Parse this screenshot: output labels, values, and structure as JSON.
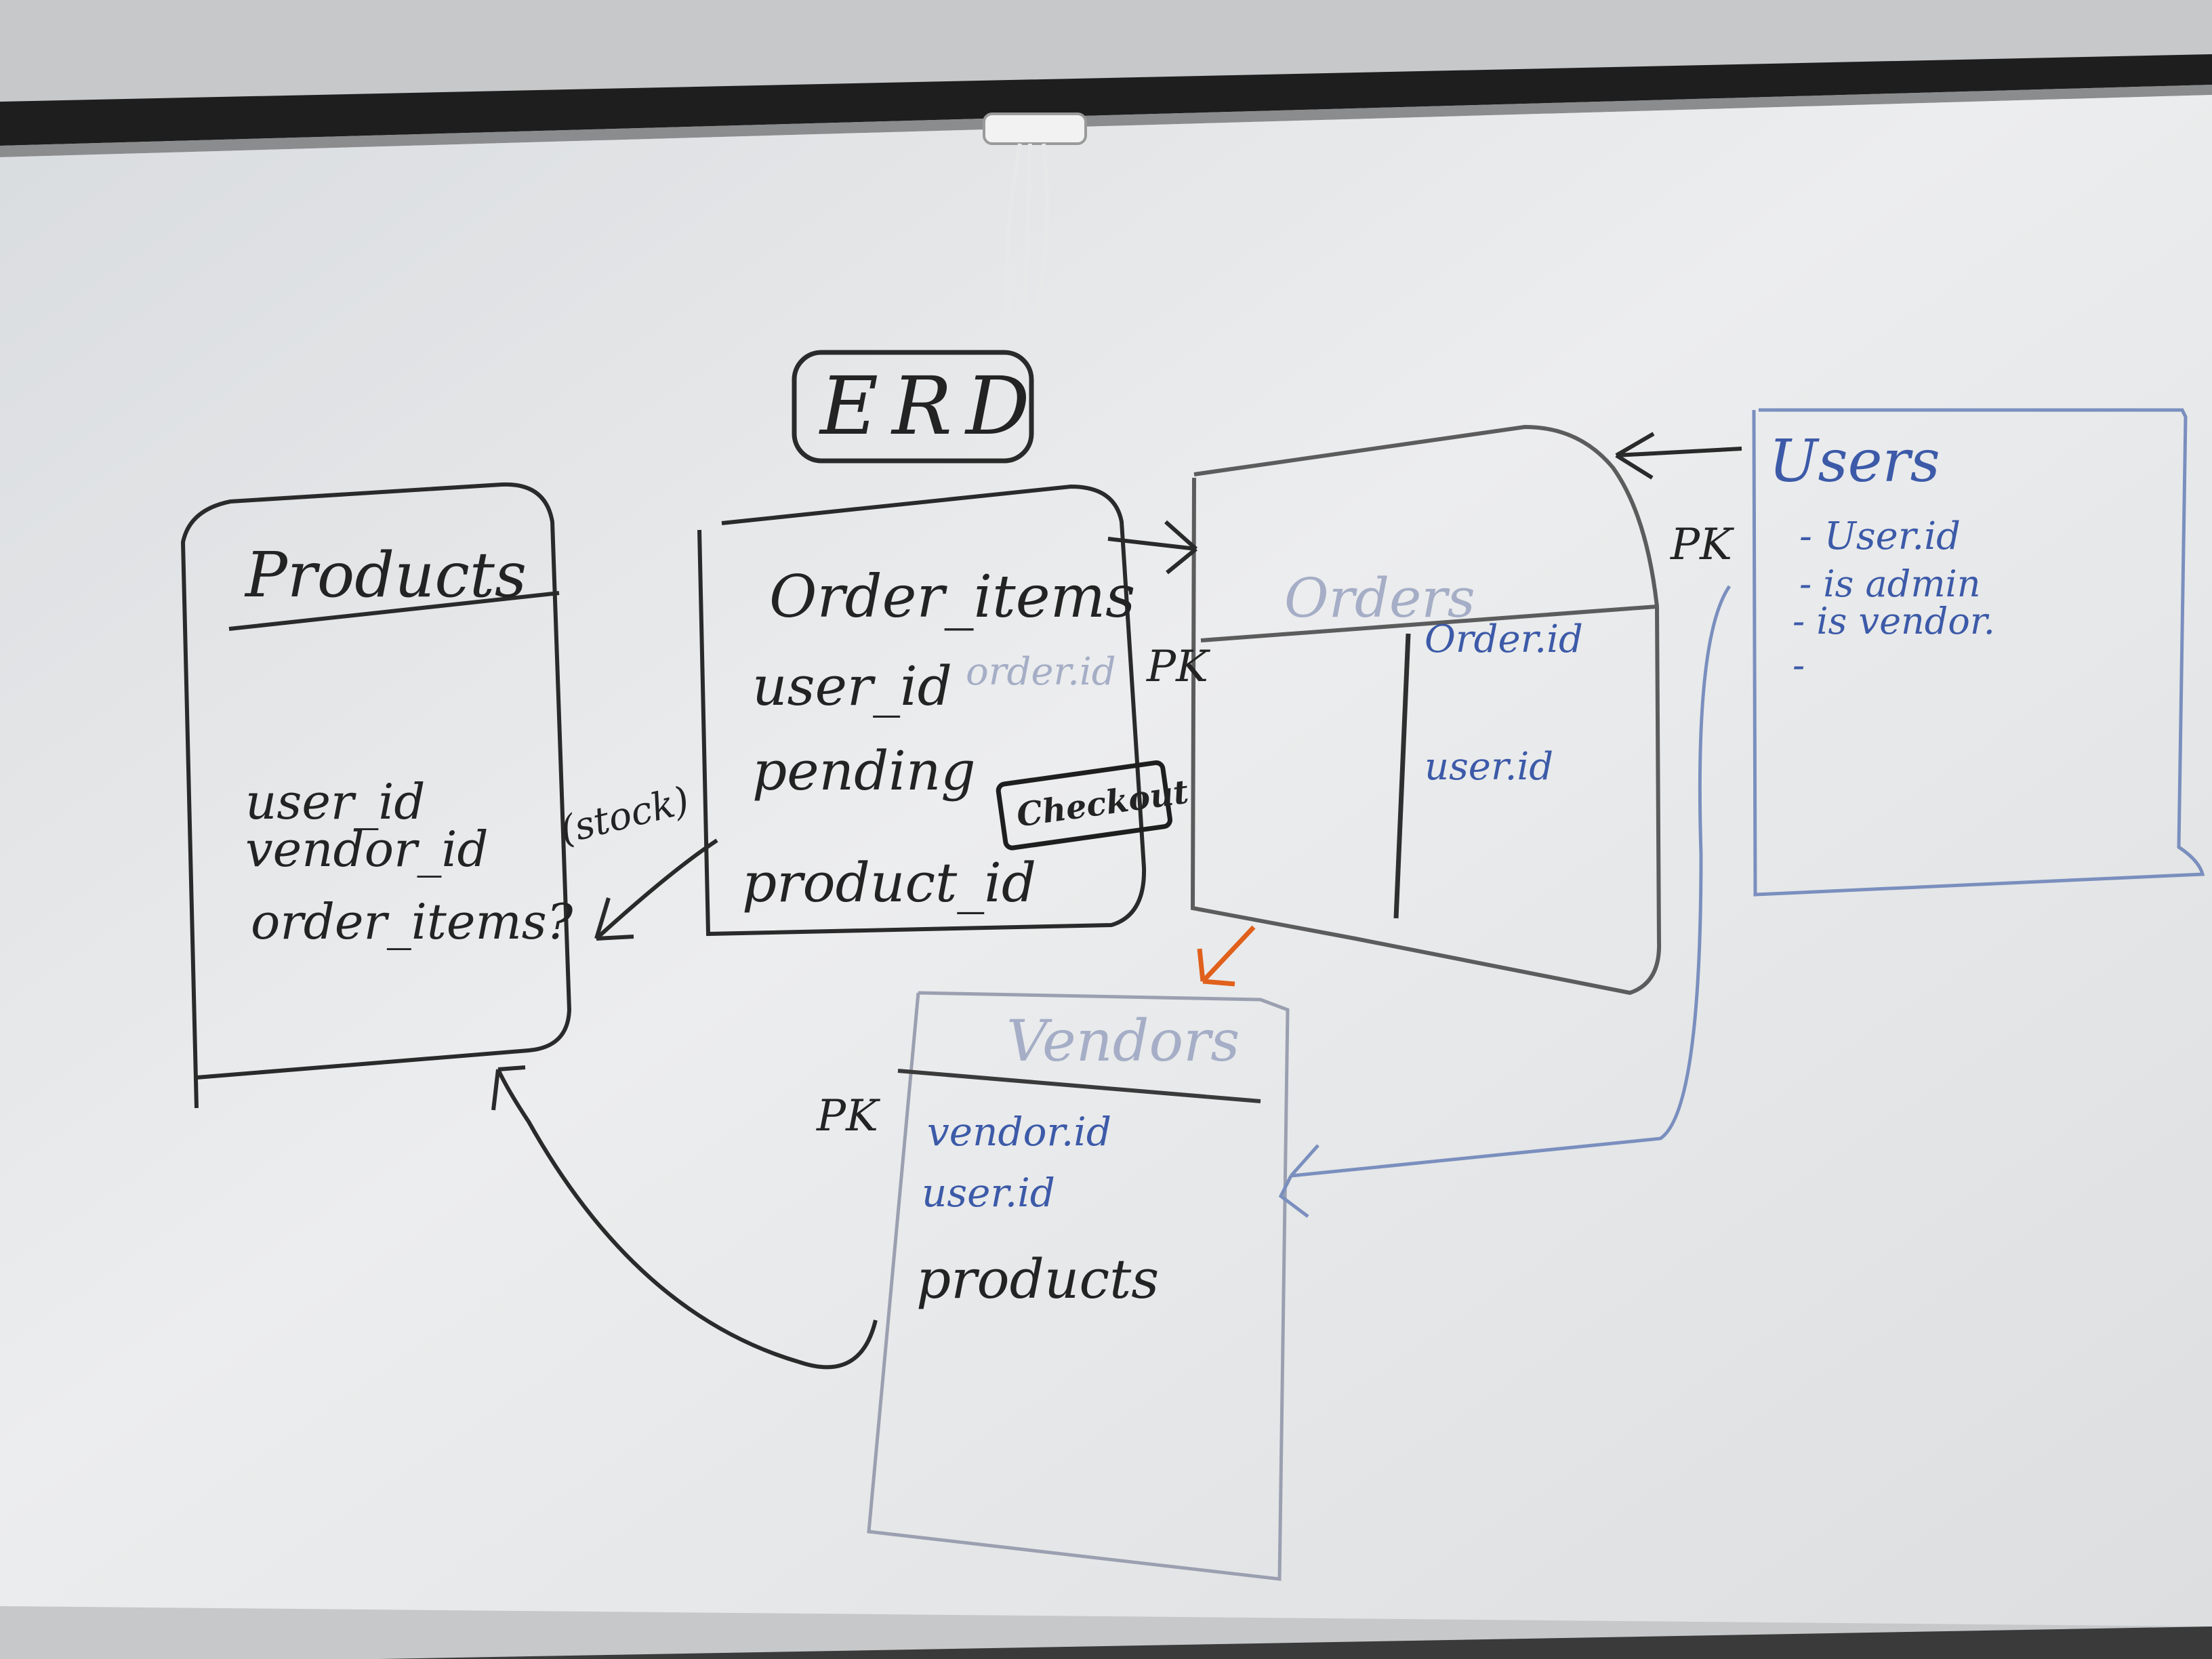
{
  "diagram": {
    "title": "ERD",
    "colors": {
      "black_marker": "#232323",
      "blue_marker": "#3c5aa8",
      "faint_marker": "#a5aec6",
      "orange_marker": "#e0601c",
      "board": "#e7e9ea"
    },
    "entities": {
      "products": {
        "name": "Products",
        "fields": [
          "user_id",
          "vendor_id",
          "order_items?"
        ]
      },
      "order_items": {
        "name": "Order_items",
        "fields": [
          "user_id",
          "pending",
          "product_id"
        ],
        "faint_field": "order.id",
        "badge": "Checkout"
      },
      "orders": {
        "name": "Orders",
        "pk_label": "PK",
        "fields": [
          "Order.id",
          "user.id"
        ]
      },
      "users": {
        "name": "Users",
        "pk_label": "PK",
        "fields": [
          "- User.id",
          "- is admin",
          "- is vendor.",
          "-"
        ]
      },
      "vendors": {
        "name": "Vendors",
        "pk_label": "PK",
        "fields": [
          "vendor.id",
          "user.id"
        ],
        "relation_field": "products"
      }
    },
    "annotations": {
      "stock": "(stock)"
    }
  }
}
